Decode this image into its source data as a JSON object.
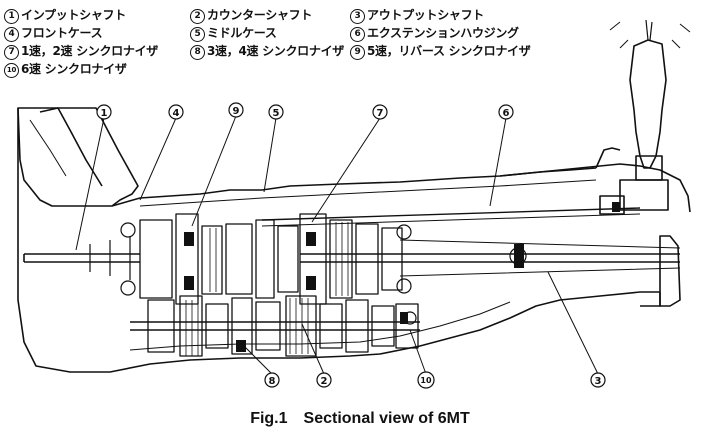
{
  "legend": [
    {
      "num": "1",
      "text": "インプットシャフト"
    },
    {
      "num": "2",
      "text": "カウンターシャフト"
    },
    {
      "num": "3",
      "text": "アウトプットシャフト"
    },
    {
      "num": "4",
      "text": "フロントケース"
    },
    {
      "num": "5",
      "text": "ミドルケース"
    },
    {
      "num": "6",
      "text": "エクステンションハウジング"
    },
    {
      "num": "7",
      "text": "1速，2速 シンクロナイザ"
    },
    {
      "num": "8",
      "text": "3速，4速 シンクロナイザ"
    },
    {
      "num": "9",
      "text": "5速，リバース シンクロナイザ"
    },
    {
      "num": "10",
      "text": "6速 シンクロナイザ"
    }
  ],
  "callouts": [
    "1",
    "4",
    "9",
    "5",
    "7",
    "6",
    "8",
    "2",
    "10",
    "3"
  ],
  "caption": "Fig.1　Sectional view of 6MT"
}
